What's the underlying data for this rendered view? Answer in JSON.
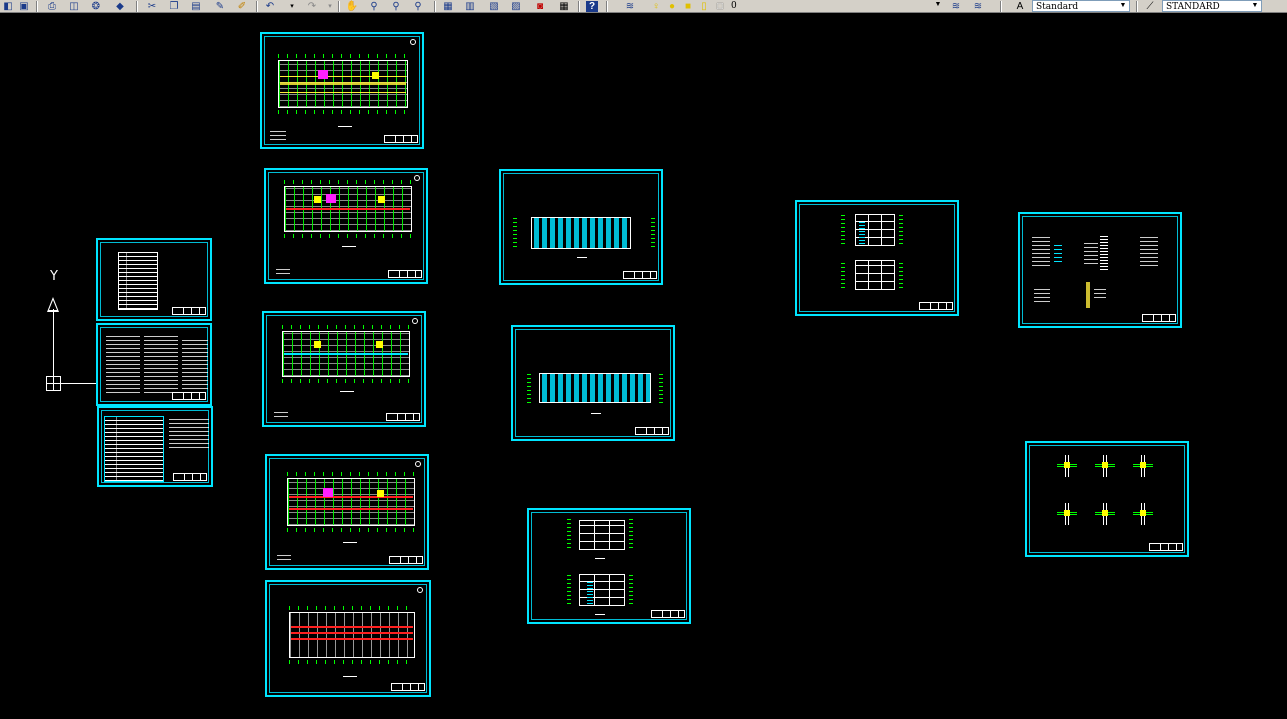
{
  "toolbar": {
    "layer_combo": {
      "value": "0"
    },
    "text_style_combo": {
      "value": "Standard"
    },
    "dim_style_combo": {
      "value": "STANDARD"
    },
    "colors": {
      "face": "#d4d0c8",
      "combo_border": "#7f9db9"
    }
  },
  "canvas": {
    "background": "#000000",
    "sheet_border_color": "#00e5ff"
  },
  "ucs_icon": {
    "axis_label": "Y"
  }
}
